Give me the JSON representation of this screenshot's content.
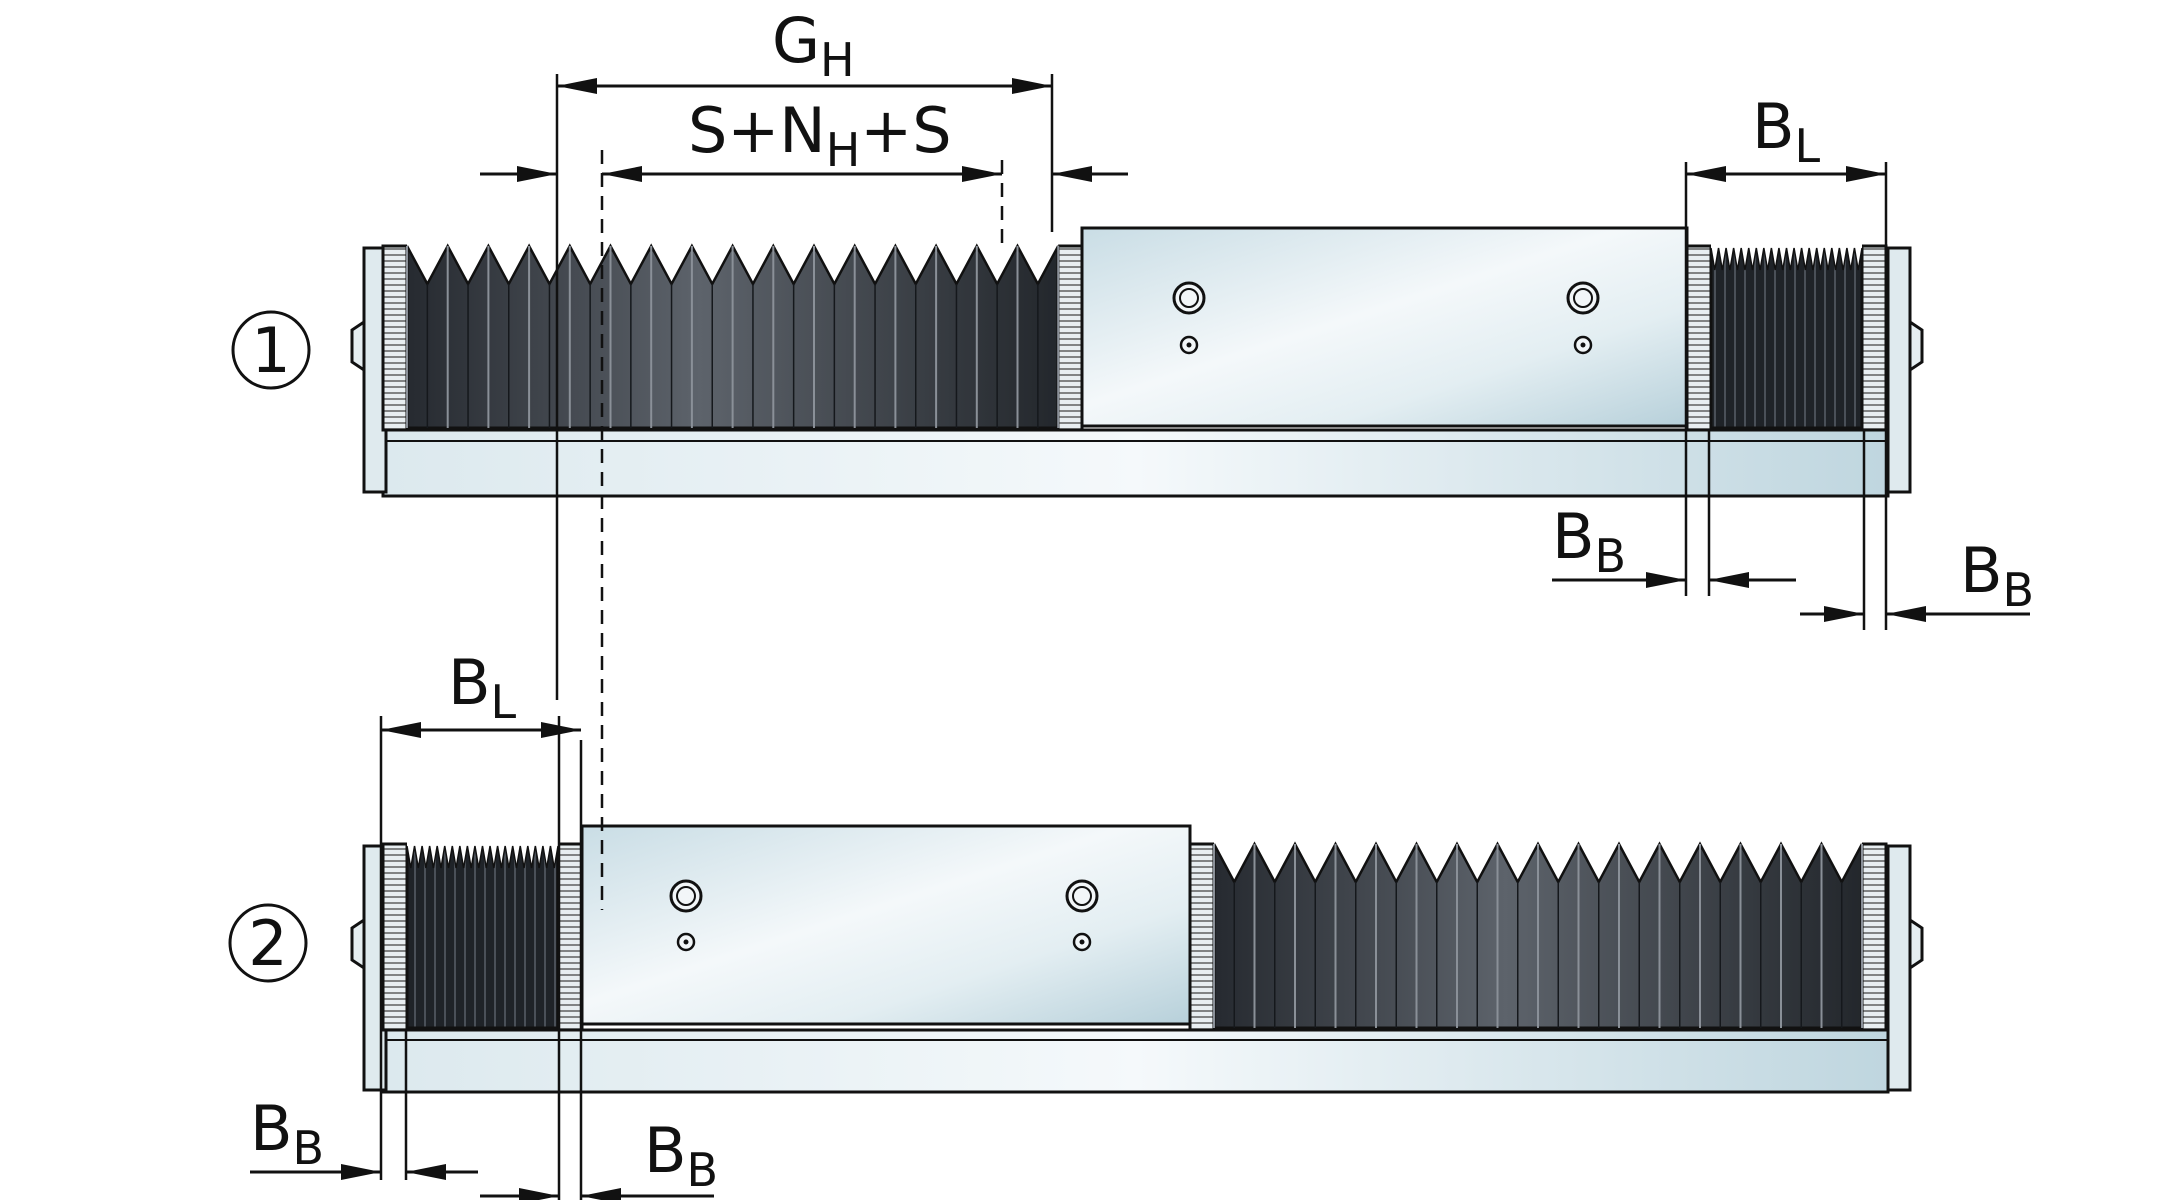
{
  "labels": {
    "gh": {
      "main": "G",
      "sub": "H"
    },
    "stroke_formula": {
      "a": "S+N",
      "sub": "H",
      "b": "+S"
    },
    "bl_top": {
      "main": "B",
      "sub": "L"
    },
    "bb_top_left": {
      "main": "B",
      "sub": "B"
    },
    "bb_top_right": {
      "main": "B",
      "sub": "B"
    },
    "bl_bottom": {
      "main": "B",
      "sub": "L"
    },
    "bb_bottom_left": {
      "main": "B",
      "sub": "B"
    },
    "bb_bottom_right": {
      "main": "B",
      "sub": "B"
    }
  },
  "positions": {
    "one": "1",
    "two": "2"
  },
  "colors": {
    "bellows_dark": "#2b2f35",
    "bellows_light": "#6d737b",
    "metal_light": "#f2f7f9",
    "metal_blue": "#bcd6df",
    "endplate": "#dde8ec",
    "outline": "#111111"
  },
  "icons": {
    "arrow": "filled-triangle-arrowhead",
    "screw": "counterbored-hole",
    "lube": "lube-nipple"
  }
}
